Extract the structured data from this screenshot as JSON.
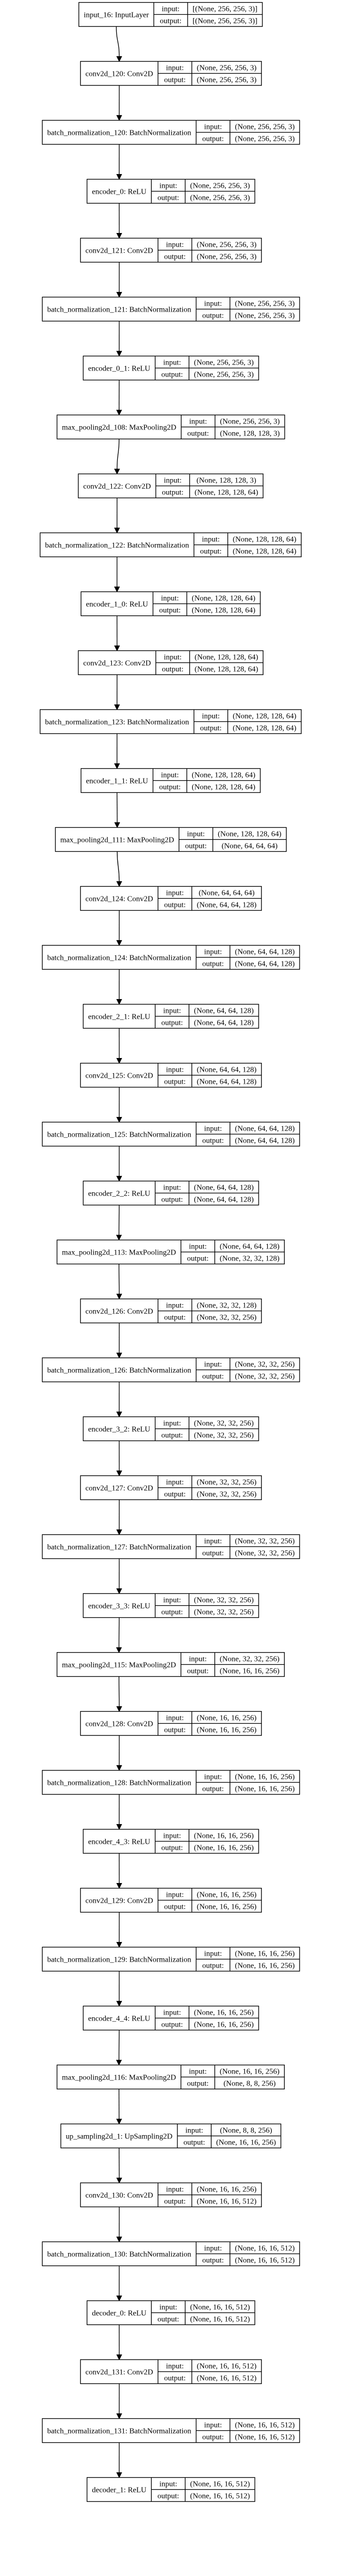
{
  "diagram": {
    "title": "",
    "port_labels": {
      "input": "input:",
      "output": "output:"
    },
    "layers": [
      {
        "name": "input_16: InputLayer",
        "input": "[(None, 256, 256, 3)]",
        "output": "[(None, 256, 256, 3)]"
      },
      {
        "name": "conv2d_120: Conv2D",
        "input": "(None, 256, 256, 3)",
        "output": "(None, 256, 256, 3)"
      },
      {
        "name": "batch_normalization_120: BatchNormalization",
        "input": "(None, 256, 256, 3)",
        "output": "(None, 256, 256, 3)"
      },
      {
        "name": "encoder_0: ReLU",
        "input": "(None, 256, 256, 3)",
        "output": "(None, 256, 256, 3)"
      },
      {
        "name": "conv2d_121: Conv2D",
        "input": "(None, 256, 256, 3)",
        "output": "(None, 256, 256, 3)"
      },
      {
        "name": "batch_normalization_121: BatchNormalization",
        "input": "(None, 256, 256, 3)",
        "output": "(None, 256, 256, 3)"
      },
      {
        "name": "encoder_0_1: ReLU",
        "input": "(None, 256, 256, 3)",
        "output": "(None, 256, 256, 3)"
      },
      {
        "name": "max_pooling2d_108: MaxPooling2D",
        "input": "(None, 256, 256, 3)",
        "output": "(None, 128, 128, 3)"
      },
      {
        "name": "conv2d_122: Conv2D",
        "input": "(None, 128, 128, 3)",
        "output": "(None, 128, 128, 64)"
      },
      {
        "name": "batch_normalization_122: BatchNormalization",
        "input": "(None, 128, 128, 64)",
        "output": "(None, 128, 128, 64)"
      },
      {
        "name": "encoder_1_0: ReLU",
        "input": "(None, 128, 128, 64)",
        "output": "(None, 128, 128, 64)"
      },
      {
        "name": "conv2d_123: Conv2D",
        "input": "(None, 128, 128, 64)",
        "output": "(None, 128, 128, 64)"
      },
      {
        "name": "batch_normalization_123: BatchNormalization",
        "input": "(None, 128, 128, 64)",
        "output": "(None, 128, 128, 64)"
      },
      {
        "name": "encoder_1_1: ReLU",
        "input": "(None, 128, 128, 64)",
        "output": "(None, 128, 128, 64)"
      },
      {
        "name": "max_pooling2d_111: MaxPooling2D",
        "input": "(None, 128, 128, 64)",
        "output": "(None, 64, 64, 64)"
      },
      {
        "name": "conv2d_124: Conv2D",
        "input": "(None, 64, 64, 64)",
        "output": "(None, 64, 64, 128)"
      },
      {
        "name": "batch_normalization_124: BatchNormalization",
        "input": "(None, 64, 64, 128)",
        "output": "(None, 64, 64, 128)"
      },
      {
        "name": "encoder_2_1: ReLU",
        "input": "(None, 64, 64, 128)",
        "output": "(None, 64, 64, 128)"
      },
      {
        "name": "conv2d_125: Conv2D",
        "input": "(None, 64, 64, 128)",
        "output": "(None, 64, 64, 128)"
      },
      {
        "name": "batch_normalization_125: BatchNormalization",
        "input": "(None, 64, 64, 128)",
        "output": "(None, 64, 64, 128)"
      },
      {
        "name": "encoder_2_2: ReLU",
        "input": "(None, 64, 64, 128)",
        "output": "(None, 64, 64, 128)"
      },
      {
        "name": "max_pooling2d_113: MaxPooling2D",
        "input": "(None, 64, 64, 128)",
        "output": "(None, 32, 32, 128)"
      },
      {
        "name": "conv2d_126: Conv2D",
        "input": "(None, 32, 32, 128)",
        "output": "(None, 32, 32, 256)"
      },
      {
        "name": "batch_normalization_126: BatchNormalization",
        "input": "(None, 32, 32, 256)",
        "output": "(None, 32, 32, 256)"
      },
      {
        "name": "encoder_3_2: ReLU",
        "input": "(None, 32, 32, 256)",
        "output": "(None, 32, 32, 256)"
      },
      {
        "name": "conv2d_127: Conv2D",
        "input": "(None, 32, 32, 256)",
        "output": "(None, 32, 32, 256)"
      },
      {
        "name": "batch_normalization_127: BatchNormalization",
        "input": "(None, 32, 32, 256)",
        "output": "(None, 32, 32, 256)"
      },
      {
        "name": "encoder_3_3: ReLU",
        "input": "(None, 32, 32, 256)",
        "output": "(None, 32, 32, 256)"
      },
      {
        "name": "max_pooling2d_115: MaxPooling2D",
        "input": "(None, 32, 32, 256)",
        "output": "(None, 16, 16, 256)"
      },
      {
        "name": "conv2d_128: Conv2D",
        "input": "(None, 16, 16, 256)",
        "output": "(None, 16, 16, 256)"
      },
      {
        "name": "batch_normalization_128: BatchNormalization",
        "input": "(None, 16, 16, 256)",
        "output": "(None, 16, 16, 256)"
      },
      {
        "name": "encoder_4_3: ReLU",
        "input": "(None, 16, 16, 256)",
        "output": "(None, 16, 16, 256)"
      },
      {
        "name": "conv2d_129: Conv2D",
        "input": "(None, 16, 16, 256)",
        "output": "(None, 16, 16, 256)"
      },
      {
        "name": "batch_normalization_129: BatchNormalization",
        "input": "(None, 16, 16, 256)",
        "output": "(None, 16, 16, 256)"
      },
      {
        "name": "encoder_4_4: ReLU",
        "input": "(None, 16, 16, 256)",
        "output": "(None, 16, 16, 256)"
      },
      {
        "name": "max_pooling2d_116: MaxPooling2D",
        "input": "(None, 16, 16, 256)",
        "output": "(None, 8, 8, 256)"
      },
      {
        "name": "up_sampling2d_1: UpSampling2D",
        "input": "(None, 8, 8, 256)",
        "output": "(None, 16, 16, 256)"
      },
      {
        "name": "conv2d_130: Conv2D",
        "input": "(None, 16, 16, 256)",
        "output": "(None, 16, 16, 512)"
      },
      {
        "name": "batch_normalization_130: BatchNormalization",
        "input": "(None, 16, 16, 512)",
        "output": "(None, 16, 16, 512)"
      },
      {
        "name": "decoder_0: ReLU",
        "input": "(None, 16, 16, 512)",
        "output": "(None, 16, 16, 512)"
      },
      {
        "name": "conv2d_131: Conv2D",
        "input": "(None, 16, 16, 512)",
        "output": "(None, 16, 16, 512)"
      },
      {
        "name": "batch_normalization_131: BatchNormalization",
        "input": "(None, 16, 16, 512)",
        "output": "(None, 16, 16, 512)"
      },
      {
        "name": "decoder_1: ReLU",
        "input": "(None, 16, 16, 512)",
        "output": "(None, 16, 16, 512)"
      }
    ]
  }
}
